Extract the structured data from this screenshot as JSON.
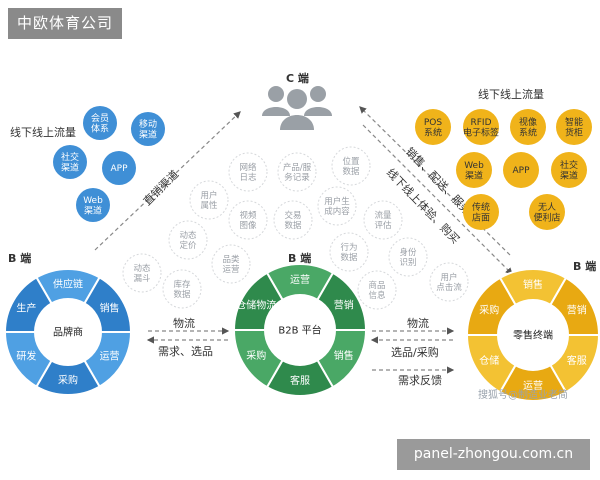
{
  "brand_label": "中欧体育公司",
  "site_label": "panel-zhongou.com.cn",
  "watermark": "搜狐号@制造业老简",
  "c_end": {
    "label": "C 端"
  },
  "b_end_label": "B 端",
  "offline_left": {
    "title": "线下线上流量",
    "bubbles": [
      [
        "会员",
        "体系"
      ],
      [
        "移动",
        "渠道"
      ],
      [
        "社交",
        "渠道"
      ],
      [
        "APP"
      ],
      [
        "Web",
        "渠道"
      ]
    ]
  },
  "offline_right": {
    "title": "线下线上流量",
    "bubbles": [
      [
        "POS",
        "系统"
      ],
      [
        "RFID",
        "电子标签"
      ],
      [
        "视像",
        "系统"
      ],
      [
        "智能",
        "货柜"
      ],
      [
        "Web",
        "渠道"
      ],
      [
        "APP"
      ],
      [
        "社交",
        "渠道"
      ],
      [
        "传统",
        "店面"
      ],
      [
        "无人",
        "便利店"
      ]
    ]
  },
  "gray_bubbles": [
    [
      "网络",
      "日志"
    ],
    [
      "产品/服",
      "务记录"
    ],
    [
      "位置",
      "数据"
    ],
    [
      "用户",
      "属性"
    ],
    [
      "视频",
      "图像"
    ],
    [
      "交易",
      "数据"
    ],
    [
      "用户生",
      "成内容"
    ],
    [
      "流量",
      "评估"
    ],
    [
      "动态",
      "定价"
    ],
    [
      "品类",
      "运营"
    ],
    [
      "行为",
      "数据"
    ],
    [
      "身份",
      "识别"
    ],
    [
      "动态",
      "漏斗"
    ],
    [
      "库存",
      "数据"
    ],
    [
      "商品",
      "信息"
    ],
    [
      "用户",
      "点击流"
    ]
  ],
  "rings": {
    "left": {
      "center": "品牌商",
      "segments": [
        "供应链",
        "销售",
        "运营",
        "采购",
        "研发",
        "生产"
      ]
    },
    "middle": {
      "center": "B2B 平台",
      "segments": [
        "运营",
        "营销",
        "销售",
        "客服",
        "采购",
        "仓储物流"
      ]
    },
    "right": {
      "center": "零售终端",
      "segments": [
        "销售",
        "营销",
        "客服",
        "运营",
        "仓储",
        "采购"
      ]
    }
  },
  "arrows": {
    "left_diag": "直销渠道",
    "right_diag": [
      "销售、配送、服务",
      "线下线上体验、购买"
    ],
    "left_between": {
      "top": "物流",
      "bottom": "需求、选品"
    },
    "right_between": {
      "top": "物流",
      "middle": "选品/采购",
      "bottom": "需求反馈"
    }
  },
  "colors": {
    "blue": "#3f8fd6",
    "green": "#3f9a5a",
    "yellow": "#f0b31a",
    "gray": "#9a9fa6"
  }
}
